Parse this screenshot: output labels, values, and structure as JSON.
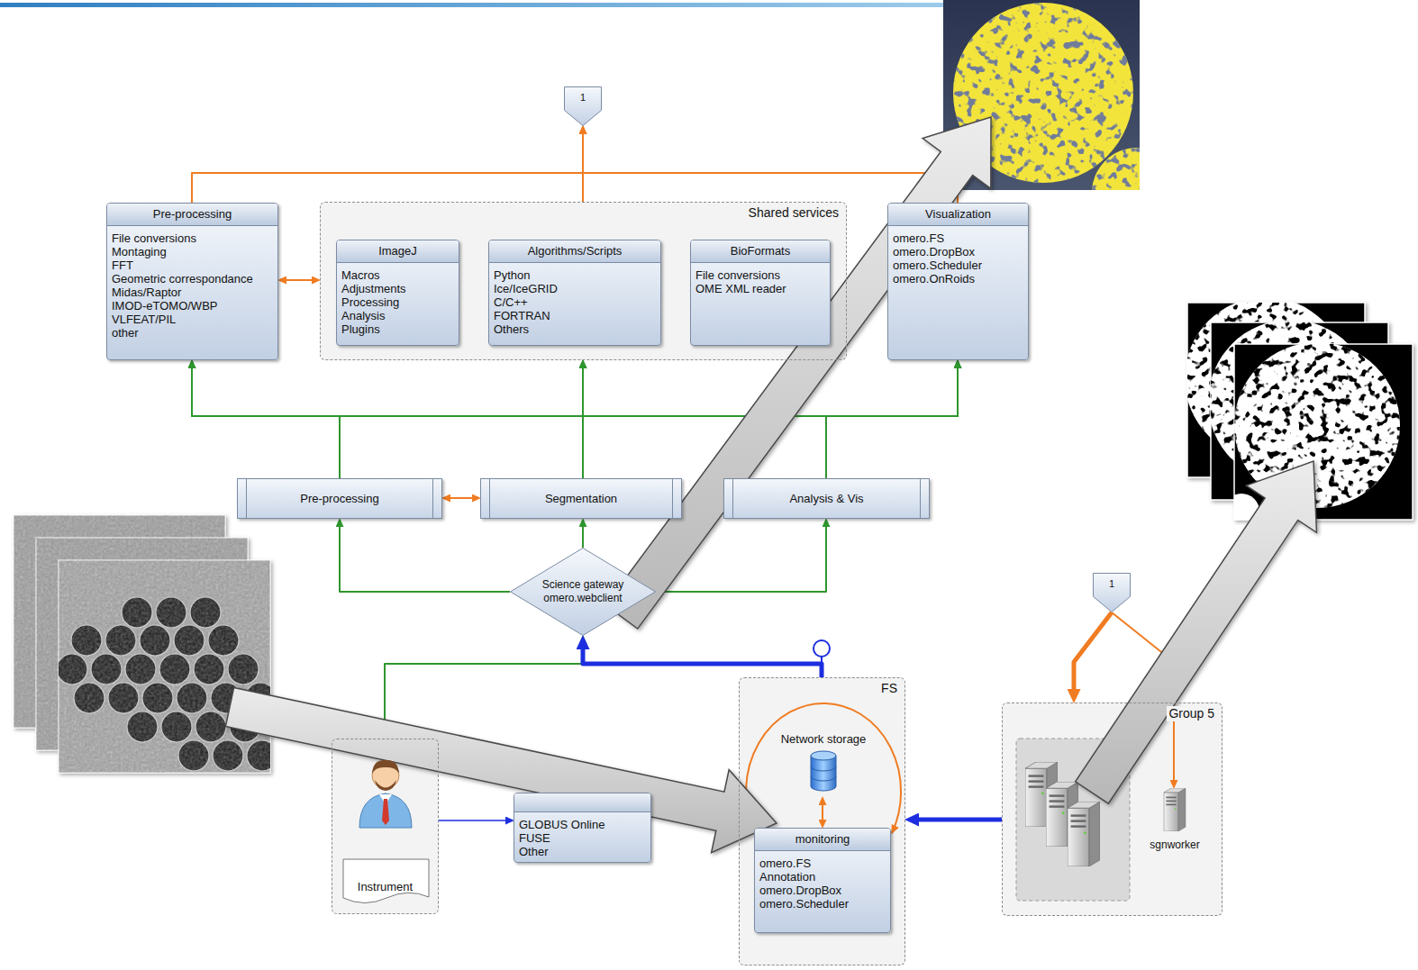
{
  "diagram": {
    "nodes": [
      {
        "text": [
          "1"
        ]
      },
      {
        "text": [
          "Pre-processing",
          "File conversions Montaging FFT Geometric correspondance Midas/Raptor IMOD-eTOMO/WBP VLFEAT/PIL other"
        ]
      },
      {
        "text": [
          "Shared services"
        ]
      },
      {
        "text": [
          "ImageJ",
          "Macros Adjustments Processing Analysis Plugins"
        ],
        "in": 2
      },
      {
        "text": [
          "Algorithms/Scripts",
          "Python Ice/IceGRID C/C++ FORTRAN Others"
        ],
        "in": 2
      },
      {
        "text": [
          "BioFormats",
          "File conversions OME XML reader"
        ],
        "in": 2
      },
      {
        "text": [
          "Visualization",
          "omero.FS omero.DropBox omero.Scheduler omero.OnRoids"
        ]
      },
      {
        "text": [
          "Pre-processing"
        ]
      },
      {
        "text": [
          "Segmentation"
        ]
      },
      {
        "text": [
          "Analysis & Vis"
        ]
      },
      {
        "text": [
          "Science gateway omero.webclient"
        ]
      },
      {
        "text": [
          "1"
        ]
      },
      {
        "text": [
          "Instrument"
        ]
      },
      {
        "text": [
          "GLOBUS Online FUSE Other"
        ]
      },
      {
        "text": [
          "FS"
        ]
      },
      {
        "text": [
          "Network storage"
        ],
        "in": 14
      },
      {
        "text": [
          "monitoring",
          "omero.FS Annotation omero.DropBox omero.Scheduler"
        ],
        "in": 14
      },
      {
        "text": [
          "Group 5"
        ]
      },
      {
        "text": [
          "sgnworker"
        ],
        "in": 17
      }
    ],
    "edges": [
      {
        "from": 1,
        "to": 0,
        "arrow": "to"
      },
      {
        "from": 2,
        "to": 0,
        "arrow": "to"
      },
      {
        "from": 6,
        "to": 0,
        "arrow": "to"
      },
      {
        "from": 1,
        "to": 2,
        "arrow": "both"
      },
      {
        "from": 7,
        "to": 1,
        "arrow": "to"
      },
      {
        "from": 7,
        "to": 2,
        "arrow": "to"
      },
      {
        "from": 7,
        "to": 6,
        "arrow": "to"
      },
      {
        "from": 8,
        "to": 1,
        "arrow": "to"
      },
      {
        "from": 8,
        "to": 2,
        "arrow": "to"
      },
      {
        "from": 8,
        "to": 6,
        "arrow": "to"
      },
      {
        "from": 9,
        "to": 1,
        "arrow": "to"
      },
      {
        "from": 9,
        "to": 2,
        "arrow": "to"
      },
      {
        "from": 9,
        "to": 6,
        "arrow": "to"
      },
      {
        "from": 7,
        "to": 8,
        "arrow": "both"
      },
      {
        "from": 10,
        "to": 7,
        "arrow": "to"
      },
      {
        "from": 10,
        "to": 8,
        "arrow": "to"
      },
      {
        "from": 10,
        "to": 9,
        "arrow": "to"
      },
      {
        "from": 12,
        "to": 10,
        "arrow": "to"
      },
      {
        "from": 14,
        "to": 10,
        "arrow": "to"
      },
      {
        "from": 12,
        "to": 13,
        "arrow": "to"
      },
      {
        "from": 17,
        "to": 14,
        "arrow": "to"
      },
      {
        "from": 15,
        "to": 16,
        "arrow": "both"
      },
      {
        "from": 11,
        "to": 17,
        "arrow": "to"
      },
      {
        "from": 11,
        "to": 18,
        "arrow": "to"
      }
    ]
  }
}
